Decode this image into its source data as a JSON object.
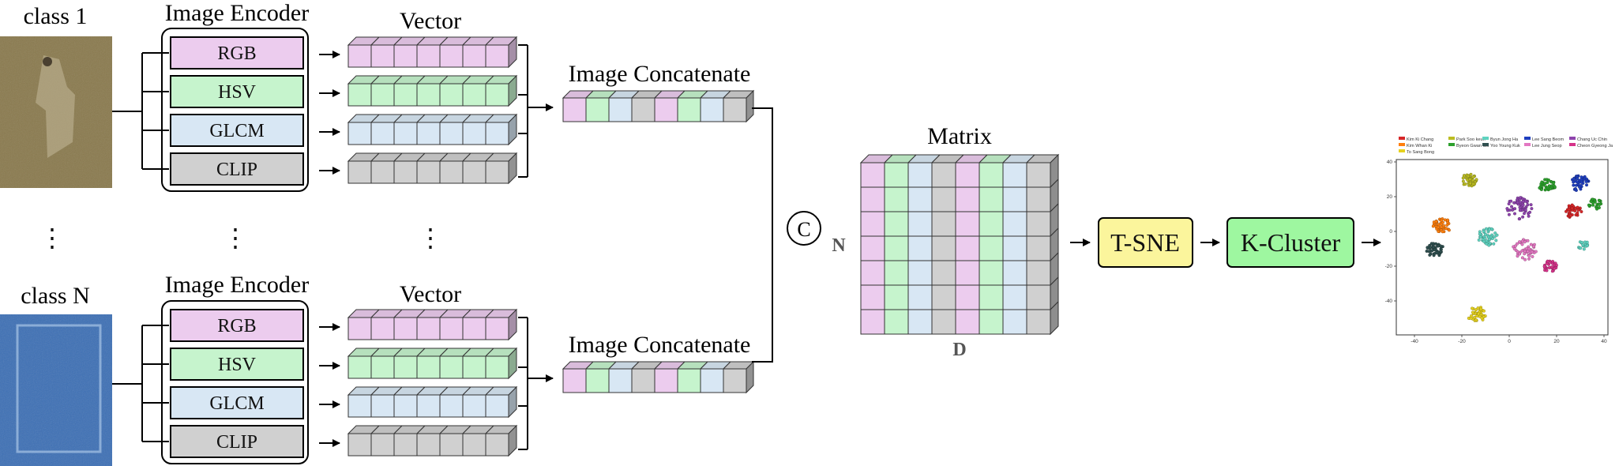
{
  "colors": {
    "RGB": "#ecccee",
    "HSV": "#c6f4cd",
    "GLCM": "#d8e7f4",
    "CLIP": "#d0d0d0",
    "tsne": "#fbf59c",
    "kcluster": "#9ef7a0"
  },
  "rows": [
    {
      "class_label": "class 1",
      "encoder_title": "Image Encoder",
      "vector_title": "Vector",
      "concat_title": "Image Concatenate",
      "image": "textured-brown-painting-thumbnail"
    },
    {
      "class_label": "class N",
      "encoder_title": "Image Encoder",
      "vector_title": "Vector",
      "concat_title": "Image Concatenate",
      "image": "blue-abstract-painting-thumbnail"
    }
  ],
  "encoders": [
    "RGB",
    "HSV",
    "GLCM",
    "CLIP"
  ],
  "ellipsis": "⋮",
  "concat_symbol": "C",
  "matrix": {
    "title": "Matrix",
    "rows_label": "N",
    "cols_label": "D"
  },
  "steps": {
    "tsne": "T-SNE",
    "kcluster": "K-Cluster"
  },
  "scatter": {
    "legend": [
      {
        "name": "Kim Ki Chang",
        "color": "#d62728"
      },
      {
        "name": "Park Soo keun",
        "color": "#bcbd22"
      },
      {
        "name": "Byun Jong Ha",
        "color": "#5fd3c0"
      },
      {
        "name": "Lee Sang Beom",
        "color": "#1f3fbf"
      },
      {
        "name": "Chang Uc Chin",
        "color": "#8e44ad"
      },
      {
        "name": "Kim Whan Ki",
        "color": "#ff7f0e"
      },
      {
        "name": "Byeon Gwan Sik",
        "color": "#2ca02c"
      },
      {
        "name": "Yoo Young Kuk",
        "color": "#2f4f4f"
      },
      {
        "name": "Lee Jung Seop",
        "color": "#e377c2"
      },
      {
        "name": "Cheon Gyeong Ja",
        "color": "#d6338a"
      },
      {
        "name": "To Sang Bong",
        "color": "#e6d21e"
      }
    ],
    "xticks": [
      "-40",
      "-20",
      "0",
      "20",
      "40"
    ],
    "yticks": [
      "40",
      "20",
      "0",
      "-20",
      "-40"
    ]
  }
}
